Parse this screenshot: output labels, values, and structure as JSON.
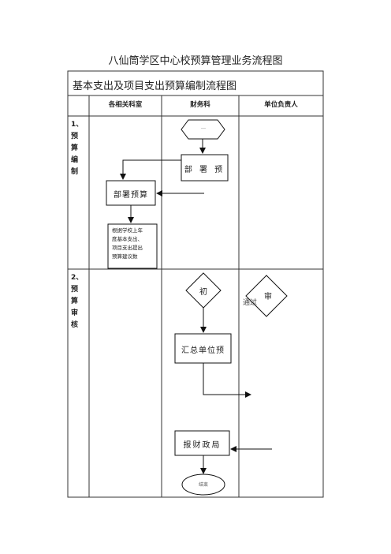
{
  "document": {
    "title": "八仙筒学区中心校预算管理业务流程图",
    "chart_title": "基本支出及项目支出预算编制流程图"
  },
  "columns": [
    "各相关科室",
    "财务科",
    "单位负责人"
  ],
  "stages": [
    {
      "label": "1、\n预\n算\n编\n制"
    },
    {
      "label": "2、\n预\n算\n审\n核"
    }
  ],
  "nodes": {
    "start_hex": "…",
    "deploy_finance": "部 署 预",
    "deploy_dept": "部署预算",
    "dept_note": "根据学校上年\n度基本支出、\n项目支出提出\n预算建议数",
    "initial_review": "初",
    "head_review": "审",
    "head_pass": "通过",
    "summary": "汇总单位预",
    "submit": "报财政局",
    "end": "结束"
  }
}
